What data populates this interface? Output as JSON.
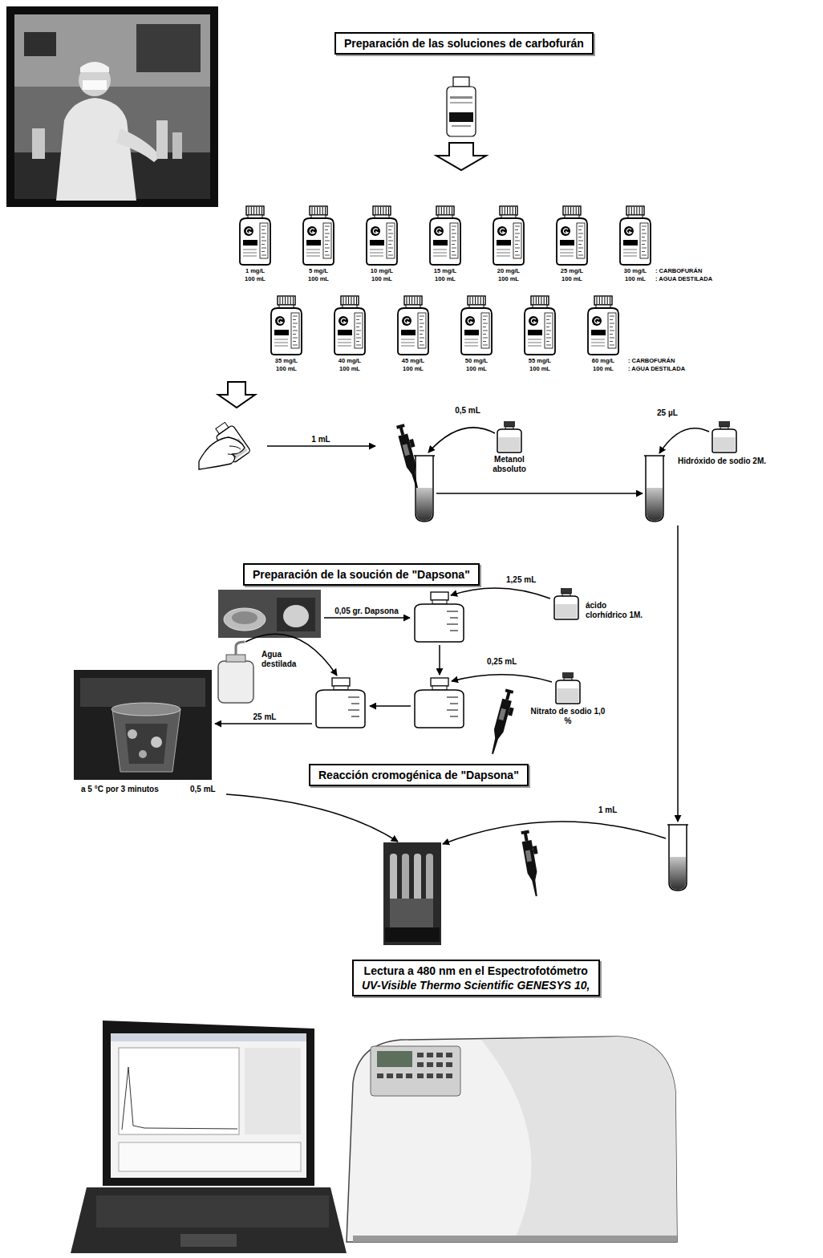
{
  "diagram": {
    "nodes": [
      {
        "text": [
          "Preparación de las soluciones de carbofurán"
        ]
      },
      {
        "text": [
          "1 mg/L",
          "100 mL"
        ]
      },
      {
        "text": [
          "5 mg/L",
          "100 mL"
        ]
      },
      {
        "text": [
          "10 mg/L",
          "100 mL"
        ]
      },
      {
        "text": [
          "15 mg/L",
          "100 mL"
        ]
      },
      {
        "text": [
          "20 mg/L",
          "100 mL"
        ]
      },
      {
        "text": [
          "25 mg/L",
          "100 mL"
        ]
      },
      {
        "text": [
          "30 mg/L",
          "100 mL"
        ]
      },
      {
        "text": [
          "35 mg/L",
          "100 mL"
        ]
      },
      {
        "text": [
          "40 mg/L",
          "100 mL"
        ]
      },
      {
        "text": [
          "45 mg/L",
          "100 mL"
        ]
      },
      {
        "text": [
          "50 mg/L",
          "100 mL"
        ]
      },
      {
        "text": [
          "55 mg/L",
          "100 mL"
        ]
      },
      {
        "text": [
          "60 mg/L",
          "100 mL"
        ]
      },
      {
        "text": [
          "Metanol absoluto"
        ]
      },
      {
        "text": [
          "Hidróxido de sodio 2M."
        ]
      },
      {
        "text": [
          "Preparación de la soución de \"Dapsona\""
        ]
      },
      {
        "text": [
          "ácido clorhídrico 1M."
        ]
      },
      {
        "text": [
          "Nitrato de sodio 1,0 %"
        ]
      },
      {
        "text": [
          "Agua destilada"
        ]
      },
      {
        "text": [
          "Reacción cromogénica de \"Dapsona\""
        ]
      },
      {
        "text": [
          "Lectura a 480 nm en el Espectrofotómetro",
          "UV-Visible Thermo Scientific GENESYS 10,"
        ]
      }
    ],
    "labels": [
      ": CARBOFURÁN",
      ": AGUA DESTILADA",
      ": CARBOFURÁN",
      ": AGUA DESTILADA",
      "1 mL",
      "0,5 mL",
      "25 µL",
      "0,05 gr. Dapsona",
      "1,25 mL",
      "0,25 mL",
      "25 mL",
      "a 5 °C por 3 minutos",
      "0,5 mL",
      "1 mL"
    ]
  }
}
